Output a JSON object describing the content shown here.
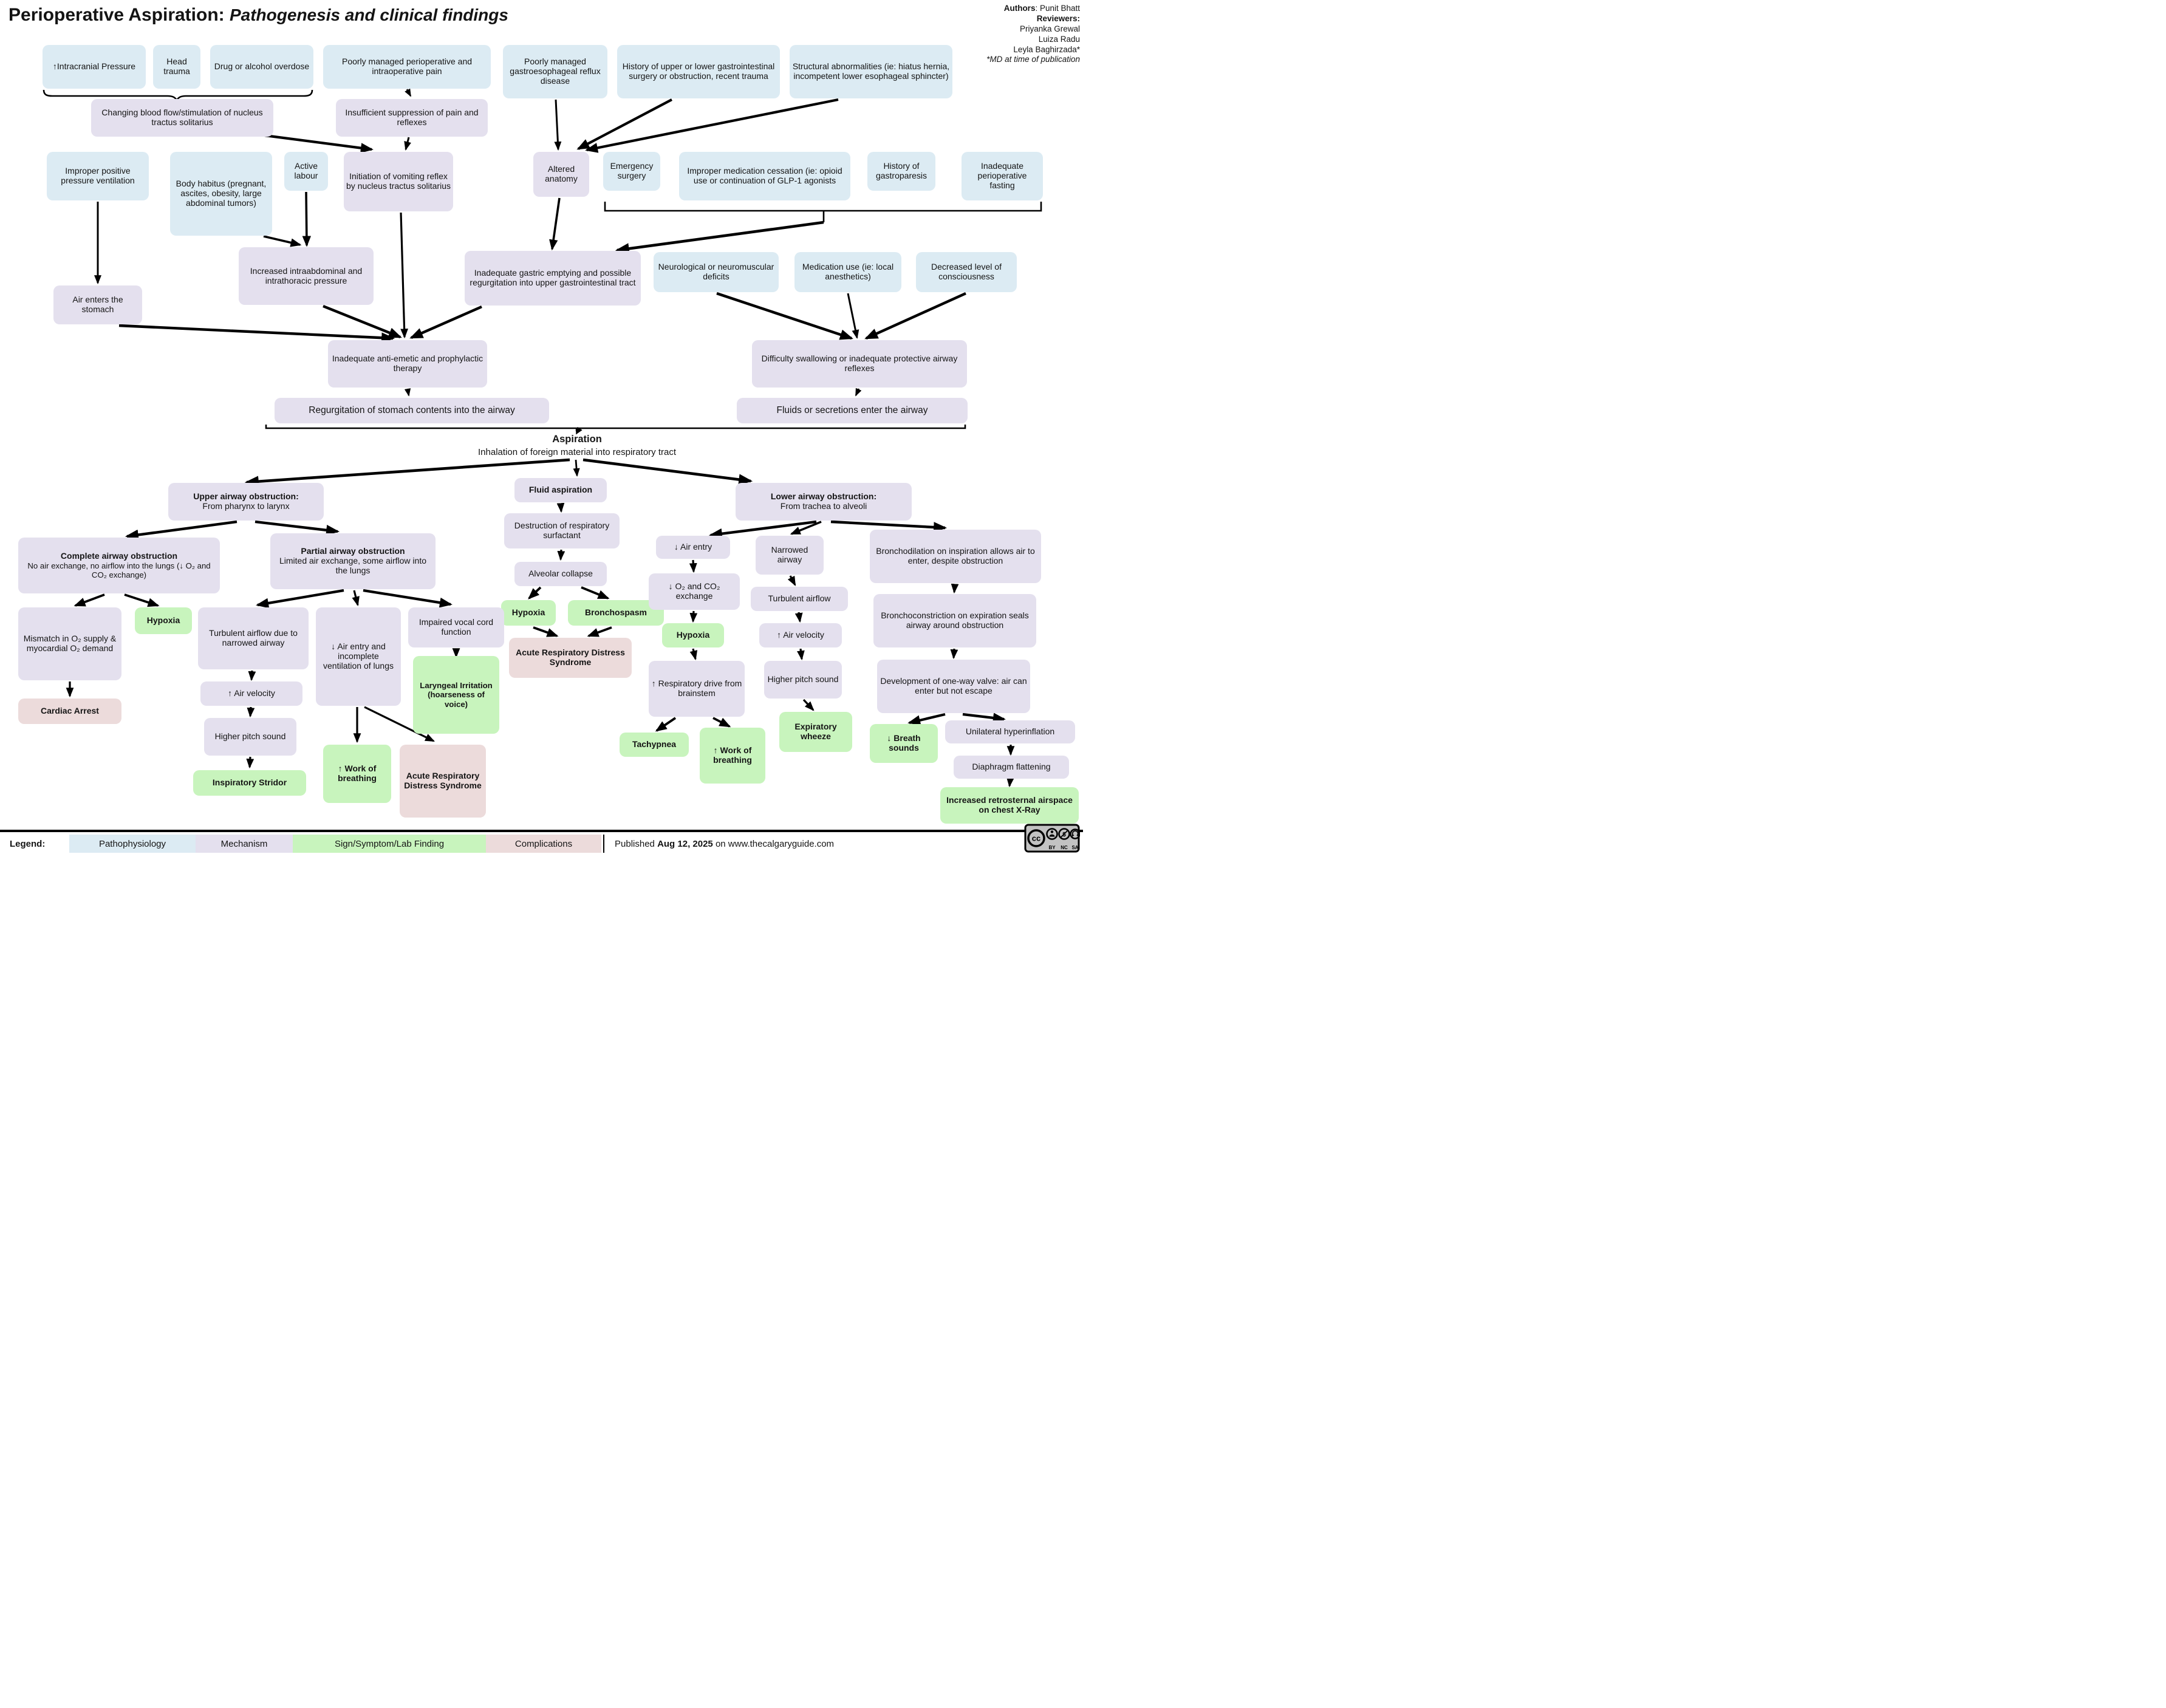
{
  "title": {
    "prefix": "Perioperative Aspiration: ",
    "emphasis": "Pathogenesis and clinical findings"
  },
  "credits": {
    "authors_label": "Authors",
    "authors": ": Punit Bhatt",
    "reviewers_label": "Reviewers:",
    "reviewers": {
      "r1": "Priyanka Grewal",
      "r2": "Luiza Radu",
      "r3": "Leyla Baghirzada*"
    },
    "note": "*MD at time of publication"
  },
  "nodes": {
    "icp": {
      "text": "↑Intracranial Pressure"
    },
    "head": {
      "text": "Head trauma"
    },
    "drug": {
      "text": "Drug or alcohol overdose"
    },
    "pain": {
      "text": "Poorly managed perioperative and intraoperative pain"
    },
    "gerd": {
      "text": "Poorly managed gastroesophageal reflux disease"
    },
    "gisurg": {
      "text": "History of upper or lower gastrointestinal surgery or obstruction, recent trauma"
    },
    "struct": {
      "text": "Structural abnormalities (ie: hiatus hernia, incompetent lower esophageal sphincter)"
    },
    "cbf": {
      "text": "Changing blood flow/stimulation of nucleus tractus solitarius"
    },
    "insuff": {
      "text": "Insufficient suppression of pain and reflexes"
    },
    "ppv": {
      "text": "Improper positive pressure ventilation"
    },
    "habitus": {
      "text": "Body habitus (pregnant, ascites, obesity, large abdominal tumors)"
    },
    "labour": {
      "text": "Active labour"
    },
    "vomit": {
      "text": "Initiation of vomiting reflex by nucleus tractus solitarius"
    },
    "altered": {
      "text": "Altered anatomy"
    },
    "emerg": {
      "text": "Emergency surgery"
    },
    "medcess": {
      "text": "Improper medication cessation (ie: opioid use or continuation of GLP-1 agonists"
    },
    "gastroparesis": {
      "text": "History of gastroparesis"
    },
    "fasting": {
      "text": "Inadequate perioperative fasting"
    },
    "iap": {
      "text": "Increased intraabdominal and intrathoracic pressure"
    },
    "airstom": {
      "text": "Air enters the stomach"
    },
    "gastric": {
      "text": "Inadequate gastric emptying and possible regurgitation into upper gastrointestinal tract"
    },
    "neuro": {
      "text": "Neurological or neuromuscular deficits"
    },
    "meduse": {
      "text": "Medication use (ie: local anesthetics)"
    },
    "loc": {
      "text": "Decreased level of consciousness"
    },
    "antiemetic": {
      "text": "Inadequate anti-emetic and prophylactic therapy"
    },
    "difficulty": {
      "text": "Difficulty swallowing or inadequate protective airway reflexes"
    },
    "regurg": {
      "text": "Regurgitation of stomach contents into the airway"
    },
    "fluids": {
      "text": "Fluids or secretions enter the airway"
    },
    "upper": {
      "title": "Upper airway obstruction:",
      "subtitle": "From pharynx to larynx"
    },
    "fluidasp": {
      "text": "Fluid aspiration"
    },
    "lower": {
      "title": "Lower airway obstruction:",
      "subtitle": "From trachea to alveoli"
    },
    "complete": {
      "title": "Complete airway obstruction",
      "subtitle": "No air exchange, no airflow into the lungs (↓ O₂ and CO₂ exchange)"
    },
    "partial": {
      "title": "Partial airway obstruction",
      "subtitle": "Limited air exchange, some airflow into the lungs"
    },
    "destruct": {
      "text": "Destruction of respiratory surfactant"
    },
    "alveolar": {
      "text": "Alveolar collapse"
    },
    "hypoxia_c": {
      "text": "Hypoxia"
    },
    "bronchospasm": {
      "text": "Bronchospasm"
    },
    "ards_c": {
      "text": "Acute Respiratory Distress Syndrome"
    },
    "airentry_r": {
      "text": "↓ Air entry"
    },
    "o2co2": {
      "text": "↓ O₂ and CO₂ exchange"
    },
    "hypoxia_r": {
      "text": "Hypoxia"
    },
    "respdrive": {
      "text": "↑ Respiratory drive from brainstem"
    },
    "tachypnea": {
      "text": "Tachypnea"
    },
    "work_r": {
      "text": "↑ Work of breathing"
    },
    "narrowed": {
      "text": "Narrowed airway"
    },
    "turb_r": {
      "text": "Turbulent airflow"
    },
    "airvel_r": {
      "text": "↑ Air velocity"
    },
    "pitch_r": {
      "text": "Higher pitch sound"
    },
    "wheeze": {
      "text": "Expiratory wheeze"
    },
    "bronchodil": {
      "text": "Bronchodilation on inspiration allows air to enter, despite obstruction"
    },
    "bronchocon": {
      "text": "Bronchoconstriction on expiration seals airway around obstruction"
    },
    "valve": {
      "text": "Development of one-way valve: air can enter but not escape"
    },
    "breathsounds": {
      "text": "↓ Breath sounds"
    },
    "hyperinfl": {
      "text": "Unilateral hyperinflation"
    },
    "diaphragm": {
      "text": "Diaphragm flattening"
    },
    "retrosternal": {
      "text": "Increased retrosternal airspace on chest X-Ray"
    },
    "mismatch": {
      "text": "Mismatch in O₂ supply & myocardial O₂ demand"
    },
    "hypoxia_l": {
      "text": "Hypoxia"
    },
    "turb_l": {
      "text": "Turbulent airflow due to narrowed airway"
    },
    "airentry_l": {
      "text": "↓ Air entry and incomplete ventilation of lungs"
    },
    "vocal": {
      "text": "Impaired vocal cord function"
    },
    "cardiac": {
      "text": "Cardiac Arrest"
    },
    "airvel_l": {
      "text": "↑ Air velocity"
    },
    "pitch_l": {
      "text": "Higher pitch sound"
    },
    "stridor": {
      "text": "Inspiratory Stridor"
    },
    "work_l": {
      "text": "↑ Work of breathing"
    },
    "ards_l": {
      "text": "Acute Respiratory Distress Syndrome"
    },
    "laryngeal": {
      "text": "Laryngeal Irritation (hoarseness of voice)"
    }
  },
  "aspiration": {
    "title": "Aspiration",
    "subtitle": "Inhalation of foreign material into respiratory tract"
  },
  "legend": {
    "label": "Legend:",
    "items": {
      "patho": {
        "label": "Pathophysiology",
        "color": "#dcebf3"
      },
      "mech": {
        "label": "Mechanism",
        "color": "#e4e0ee"
      },
      "sign": {
        "label": "Sign/Symptom/Lab Finding",
        "color": "#c8f4bd"
      },
      "comp": {
        "label": "Complications",
        "color": "#ecdbdb"
      }
    }
  },
  "footer": {
    "published_prefix": "Published ",
    "published_date": "Aug 12, 2025",
    "published_suffix": " on www.thecalgaryguide.com",
    "license": {
      "name": "cc",
      "by": "BY",
      "nc": "NC",
      "sa": "SA"
    }
  },
  "colors": {
    "pathophysiology": "#dcebf3",
    "mechanism": "#e4e0ee",
    "sign_symptom": "#c8f4bd",
    "complication": "#ecdbdb",
    "arrow": "#000000",
    "text": "#141414",
    "background": "#ffffff"
  }
}
